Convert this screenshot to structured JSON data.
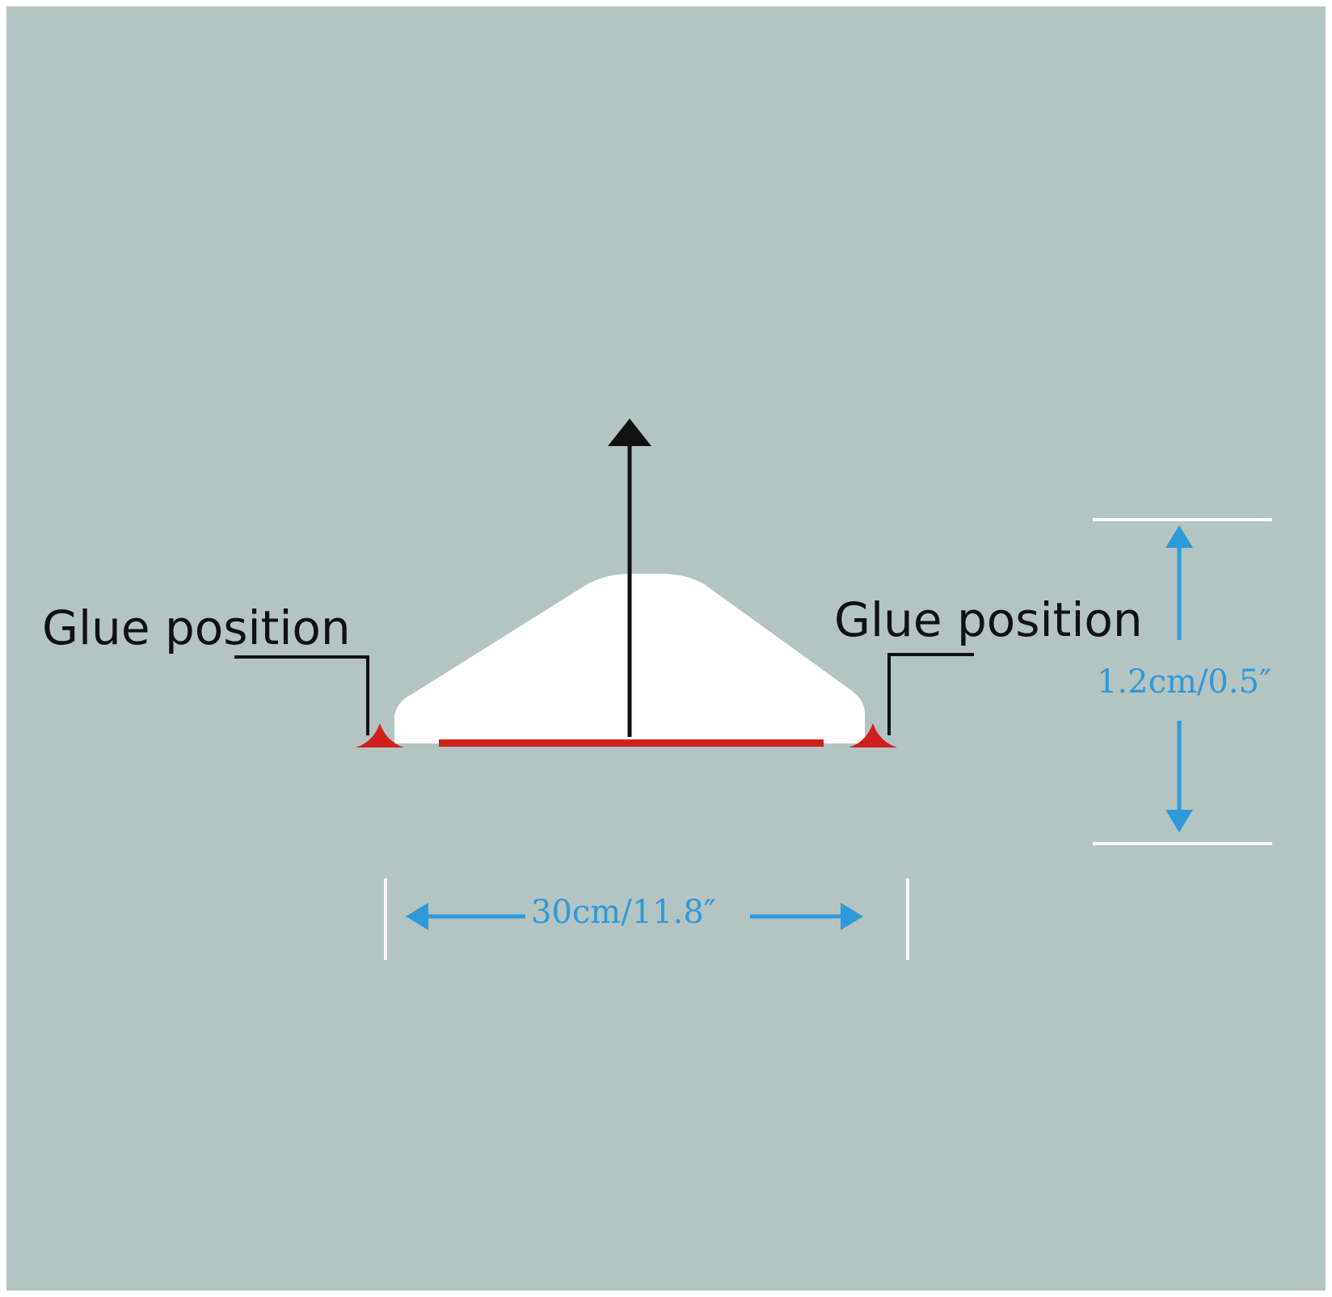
{
  "diagram": {
    "labels": {
      "glue_left": "Glue position",
      "glue_right": "Glue position",
      "height": "1.2cm/0.5″",
      "width": "30cm/11.8″"
    },
    "colors": {
      "background": "#b3c4c2",
      "frame": "#ffffff",
      "strip": "#ffffff",
      "glue": "#d01f1f",
      "arrow": "#111111",
      "dimension": "#2f9ad9",
      "guide": "#ffffff"
    }
  }
}
